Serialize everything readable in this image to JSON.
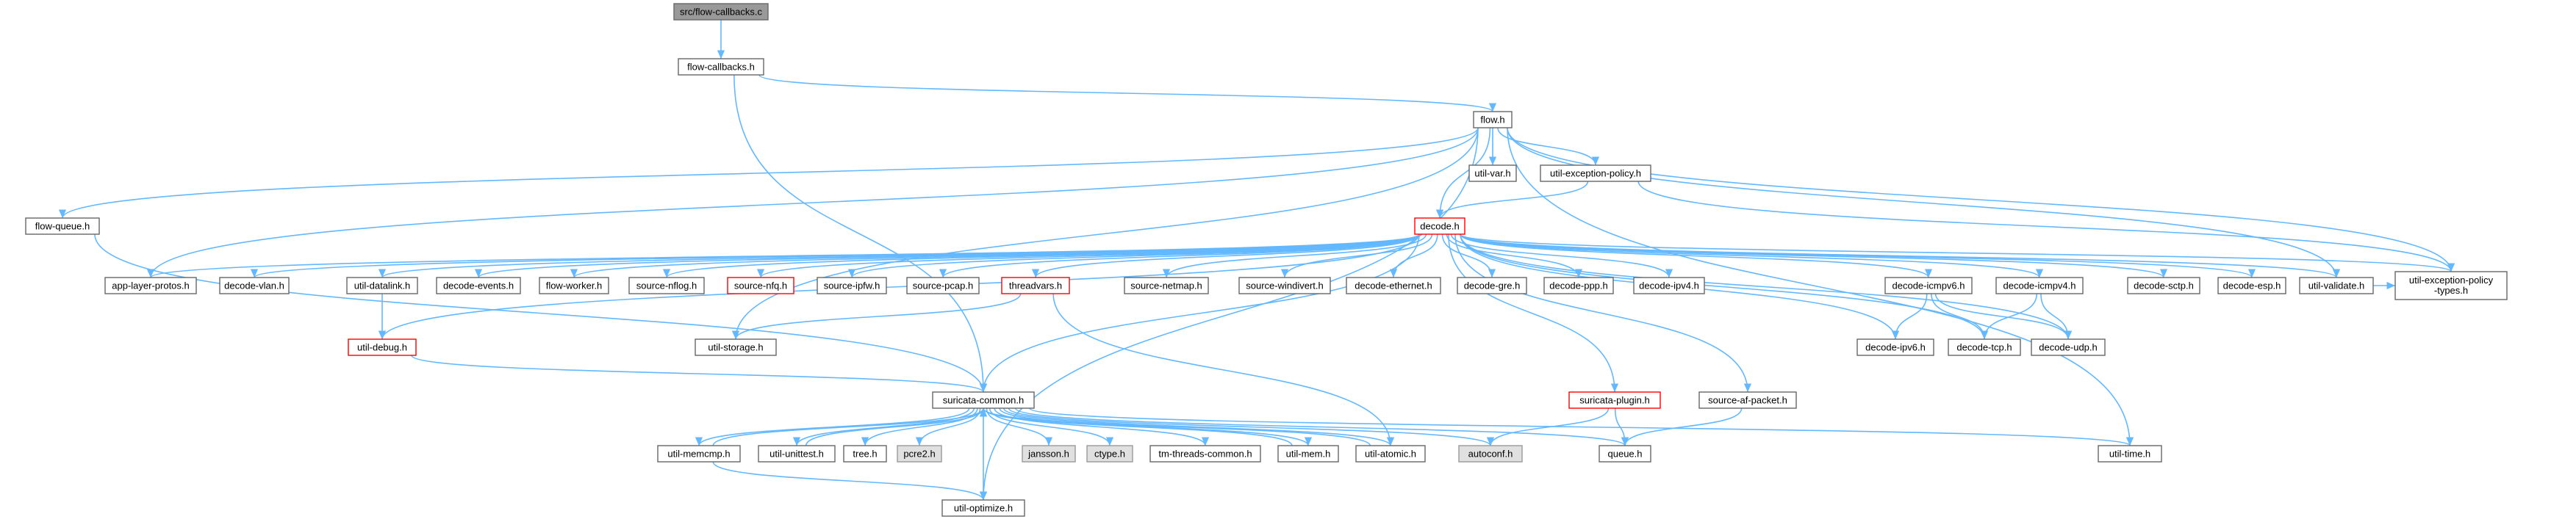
{
  "colors": {
    "edge": "#63b8ff",
    "node_border": "#666666",
    "node_border_red": "#ff0000",
    "root_fill": "#999999",
    "system_fill": "#e0e0e0"
  },
  "nodes": [
    {
      "id": "root",
      "label": "src/flow-callbacks.c"
    },
    {
      "id": "flowcb",
      "label": "flow-callbacks.h"
    },
    {
      "id": "flowh",
      "label": "flow.h"
    },
    {
      "id": "utilvar",
      "label": "util-var.h"
    },
    {
      "id": "utilexpol",
      "label": "util-exception-policy.h"
    },
    {
      "id": "decodeh",
      "label": "decode.h"
    },
    {
      "id": "flowqueue",
      "label": "flow-queue.h"
    },
    {
      "id": "applayer",
      "label": "app-layer-protos.h"
    },
    {
      "id": "decvlan",
      "label": "decode-vlan.h"
    },
    {
      "id": "utildatalink",
      "label": "util-datalink.h"
    },
    {
      "id": "decevents",
      "label": "decode-events.h"
    },
    {
      "id": "flowworker",
      "label": "flow-worker.h"
    },
    {
      "id": "srcnflog",
      "label": "source-nflog.h"
    },
    {
      "id": "srcnfq",
      "label": "source-nfq.h"
    },
    {
      "id": "srcipfw",
      "label": "source-ipfw.h"
    },
    {
      "id": "srcpcap",
      "label": "source-pcap.h"
    },
    {
      "id": "threadvars",
      "label": "threadvars.h"
    },
    {
      "id": "srcnetmap",
      "label": "source-netmap.h"
    },
    {
      "id": "srcwindivert",
      "label": "source-windivert.h"
    },
    {
      "id": "decether",
      "label": "decode-ethernet.h"
    },
    {
      "id": "decgre",
      "label": "decode-gre.h"
    },
    {
      "id": "decppp",
      "label": "decode-ppp.h"
    },
    {
      "id": "decipv4",
      "label": "decode-ipv4.h"
    },
    {
      "id": "decicmpv6",
      "label": "decode-icmpv6.h"
    },
    {
      "id": "decicmpv4",
      "label": "decode-icmpv4.h"
    },
    {
      "id": "decsctp",
      "label": "decode-sctp.h"
    },
    {
      "id": "decesp",
      "label": "decode-esp.h"
    },
    {
      "id": "utilvalidate",
      "label": "util-validate.h"
    },
    {
      "id": "utilexpoltypes",
      "label": "util-exception-policy\n-types.h"
    },
    {
      "id": "utildebug",
      "label": "util-debug.h"
    },
    {
      "id": "utilstorage",
      "label": "util-storage.h"
    },
    {
      "id": "decipv6",
      "label": "decode-ipv6.h"
    },
    {
      "id": "dectcp",
      "label": "decode-tcp.h"
    },
    {
      "id": "decudp",
      "label": "decode-udp.h"
    },
    {
      "id": "suricommon",
      "label": "suricata-common.h"
    },
    {
      "id": "suriplugin",
      "label": "suricata-plugin.h"
    },
    {
      "id": "srcafpacket",
      "label": "source-af-packet.h"
    },
    {
      "id": "utilmemcmp",
      "label": "util-memcmp.h"
    },
    {
      "id": "utilunittest",
      "label": "util-unittest.h"
    },
    {
      "id": "treeh",
      "label": "tree.h"
    },
    {
      "id": "pcre2",
      "label": "pcre2.h"
    },
    {
      "id": "jansson",
      "label": "jansson.h"
    },
    {
      "id": "ctype",
      "label": "ctype.h"
    },
    {
      "id": "tmthreads",
      "label": "tm-threads-common.h"
    },
    {
      "id": "utilmem",
      "label": "util-mem.h"
    },
    {
      "id": "utilatomic",
      "label": "util-atomic.h"
    },
    {
      "id": "autoconf",
      "label": "autoconf.h"
    },
    {
      "id": "queueh",
      "label": "queue.h"
    },
    {
      "id": "utiltime",
      "label": "util-time.h"
    },
    {
      "id": "utiloptimize",
      "label": "util-optimize.h"
    }
  ],
  "edges": [
    [
      "root",
      "flowcb"
    ],
    [
      "flowcb",
      "flowh"
    ],
    [
      "flowcb",
      "suricommon"
    ],
    [
      "flowh",
      "decodeh"
    ],
    [
      "flowh",
      "utilvar"
    ],
    [
      "flowh",
      "utilexpol"
    ],
    [
      "flowh",
      "flowqueue"
    ],
    [
      "flowh",
      "applayer"
    ],
    [
      "flowh",
      "utilstorage"
    ],
    [
      "flowh",
      "utilvalidate"
    ],
    [
      "flowh",
      "utilexpoltypes"
    ],
    [
      "flowh",
      "utiltime"
    ],
    [
      "flowh",
      "utiloptimize"
    ],
    [
      "utilexpol",
      "decodeh"
    ],
    [
      "utilexpol",
      "utilexpoltypes"
    ],
    [
      "flowqueue",
      "suricommon"
    ],
    [
      "decodeh",
      "applayer"
    ],
    [
      "decodeh",
      "decvlan"
    ],
    [
      "decodeh",
      "utildatalink"
    ],
    [
      "decodeh",
      "decevents"
    ],
    [
      "decodeh",
      "flowworker"
    ],
    [
      "decodeh",
      "srcnflog"
    ],
    [
      "decodeh",
      "srcnfq"
    ],
    [
      "decodeh",
      "srcipfw"
    ],
    [
      "decodeh",
      "srcpcap"
    ],
    [
      "decodeh",
      "threadvars"
    ],
    [
      "decodeh",
      "srcnetmap"
    ],
    [
      "decodeh",
      "srcwindivert"
    ],
    [
      "decodeh",
      "decether"
    ],
    [
      "decodeh",
      "decgre"
    ],
    [
      "decodeh",
      "decppp"
    ],
    [
      "decodeh",
      "decipv4"
    ],
    [
      "decodeh",
      "decicmpv6"
    ],
    [
      "decodeh",
      "decicmpv4"
    ],
    [
      "decodeh",
      "decsctp"
    ],
    [
      "decodeh",
      "decesp"
    ],
    [
      "decodeh",
      "utilvalidate"
    ],
    [
      "decodeh",
      "utilexpoltypes"
    ],
    [
      "decodeh",
      "utildebug"
    ],
    [
      "decodeh",
      "suricommon"
    ],
    [
      "decodeh",
      "suriplugin"
    ],
    [
      "decodeh",
      "srcafpacket"
    ],
    [
      "decodeh",
      "decipv6"
    ],
    [
      "decodeh",
      "dectcp"
    ],
    [
      "decodeh",
      "decudp"
    ],
    [
      "utildatalink",
      "utildebug"
    ],
    [
      "threadvars",
      "utilstorage"
    ],
    [
      "threadvars",
      "utilatomic"
    ],
    [
      "decicmpv6",
      "decipv6"
    ],
    [
      "decicmpv6",
      "dectcp"
    ],
    [
      "decicmpv6",
      "decudp"
    ],
    [
      "decicmpv4",
      "dectcp"
    ],
    [
      "decicmpv4",
      "decudp"
    ],
    [
      "utilvalidate",
      "utilexpoltypes"
    ],
    [
      "utildebug",
      "suricommon"
    ],
    [
      "suriplugin",
      "queueh"
    ],
    [
      "suriplugin",
      "autoconf"
    ],
    [
      "srcafpacket",
      "queueh"
    ],
    [
      "suricommon",
      "utilmemcmp"
    ],
    [
      "suricommon",
      "utilunittest"
    ],
    [
      "suricommon",
      "treeh"
    ],
    [
      "suricommon",
      "pcre2"
    ],
    [
      "suricommon",
      "jansson"
    ],
    [
      "suricommon",
      "ctype"
    ],
    [
      "suricommon",
      "tmthreads"
    ],
    [
      "suricommon",
      "utilmem"
    ],
    [
      "suricommon",
      "utilatomic"
    ],
    [
      "suricommon",
      "autoconf"
    ],
    [
      "suricommon",
      "queueh"
    ],
    [
      "suricommon",
      "utiltime"
    ],
    [
      "suricommon",
      "utiloptimize"
    ],
    [
      "utilmemcmp",
      "suricommon"
    ],
    [
      "utilmemcmp",
      "utiloptimize"
    ],
    [
      "utilunittest",
      "suricommon"
    ],
    [
      "utilmem",
      "suricommon"
    ],
    [
      "utilatomic",
      "suricommon"
    ]
  ]
}
